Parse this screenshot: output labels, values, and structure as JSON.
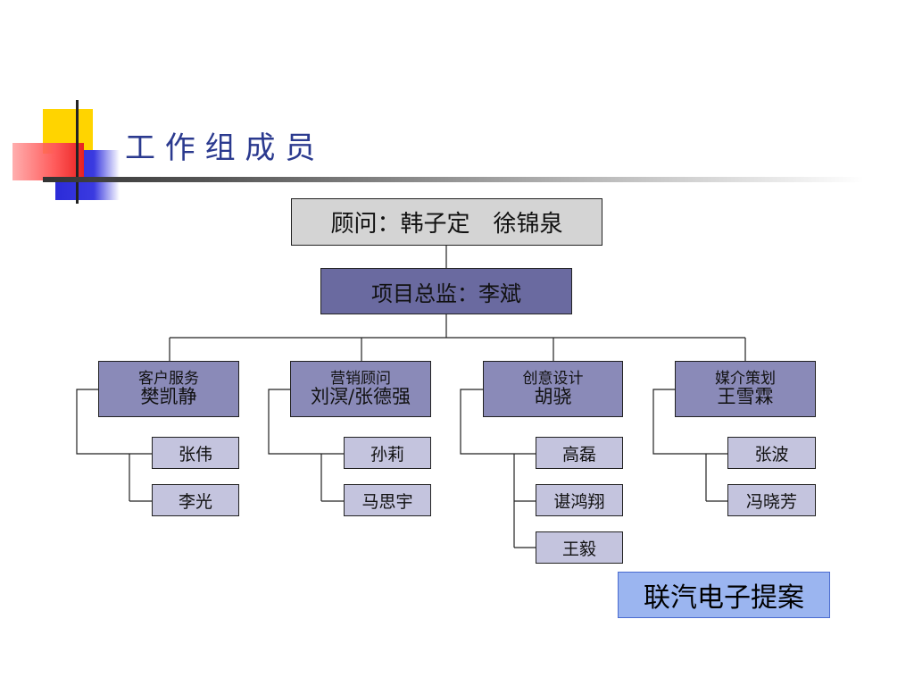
{
  "title": "工 作 组 成 员",
  "advisor": "顾问：韩子定　徐锦泉",
  "director": "项目总监：李斌",
  "departments": [
    {
      "role": "客户服务",
      "head": "樊凯静",
      "members": [
        "张伟",
        "李光"
      ]
    },
    {
      "role": "营销顾问",
      "head": "刘溟/张德强",
      "members": [
        "孙莉",
        "马思宇"
      ]
    },
    {
      "role": "创意设计",
      "head": "胡骁",
      "members": [
        "高磊",
        "谌鸿翔",
        "王毅"
      ]
    },
    {
      "role": "媒介策划",
      "head": "王雪霖",
      "members": [
        "张波",
        "冯晓芳"
      ]
    }
  ],
  "badge": "联汽电子提案",
  "colors": {
    "title": "#2b3a8f",
    "advisor_fill": "#d4d4d4",
    "director_fill": "#6a6aa0",
    "dept_fill": "#8a8ab8",
    "member_fill": "#c4c4de",
    "badge_fill": "#9bb5f0"
  }
}
